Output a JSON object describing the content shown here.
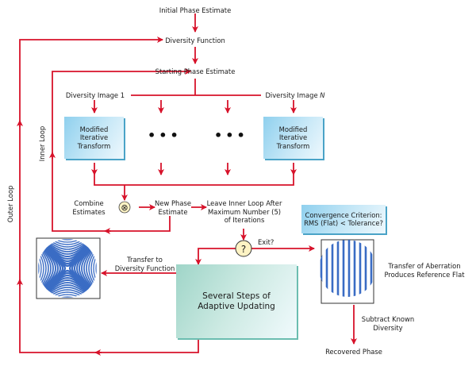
{
  "colors": {
    "arrow": "#d7122a",
    "box_blue": "#8fd0ee",
    "box_teal": "#9fd5c8",
    "fringe": "#3a6cc4",
    "decision_fill": "#fdf3c4"
  },
  "nodes": {
    "initial_phase": "Initial Phase Estimate",
    "diversity_function": "Diversity Function",
    "starting_phase": "Starting Phase Estimate",
    "diversity_image_1": "Diversity Image 1",
    "diversity_image_n_prefix": "Diversity Image ",
    "diversity_image_n_suffix": "N",
    "transform_box": [
      "Modified",
      "Iterative",
      "Transform"
    ],
    "ellipsis": "•••",
    "combine_estimates": [
      "Combine",
      "Estimates"
    ],
    "combine_symbol": "⊗",
    "new_phase": [
      "New Phase",
      "Estimate"
    ],
    "leave_inner_loop": [
      "Leave Inner Loop After",
      "Maximum Number (5)",
      "of Iterations"
    ],
    "convergence": [
      "Convergence Criterion:",
      "RMS (Flat) < Tolerance?"
    ],
    "decision_symbol": "?",
    "exit_label": "Exit?",
    "transfer_aberration": [
      "Transfer of Aberration",
      "Produces Reference Flat"
    ],
    "transfer_diversity": [
      "Transfer to",
      "Diversity Function"
    ],
    "adaptive_updating": [
      "Several Steps of",
      "Adaptive Updating"
    ],
    "subtract_diversity": [
      "Subtract Known",
      "Diversity"
    ],
    "recovered_phase": "Recovered Phase"
  },
  "loops": {
    "inner": "Inner Loop",
    "outer": "Outer Loop"
  },
  "images": {
    "astigmatic_fringes": "fringe-pattern-saddle",
    "flat_fringes": "fringe-pattern-vertical"
  }
}
